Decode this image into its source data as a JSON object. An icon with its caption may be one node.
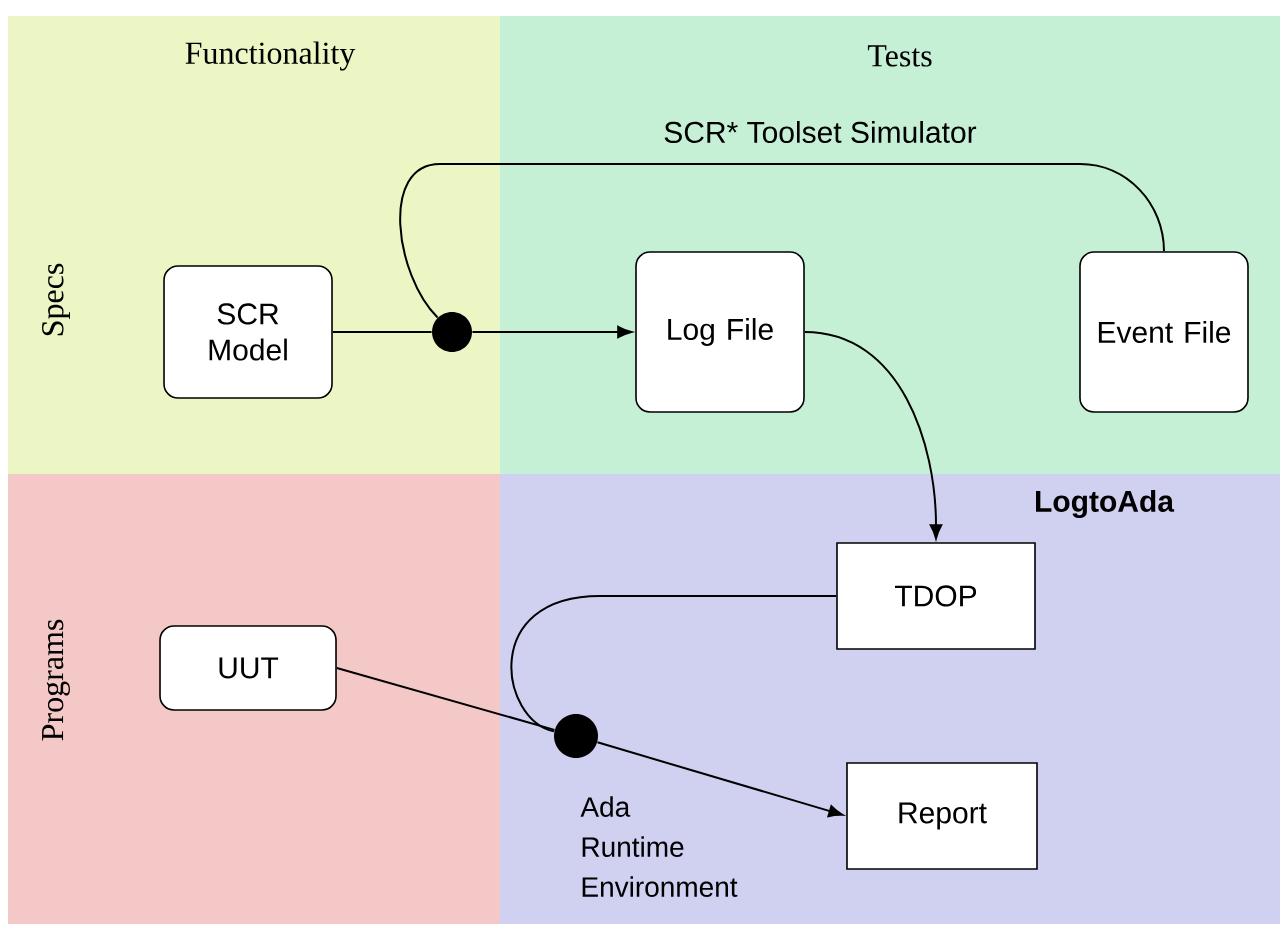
{
  "diagram": {
    "nodes": [
      {
        "text": [
          "SCR Model"
        ]
      },
      {
        "text": [
          "Log File"
        ]
      },
      {
        "text": [
          "Event File"
        ]
      },
      {
        "text": [],
        "shape": "circle"
      },
      {
        "text": [
          "TDOP"
        ]
      },
      {
        "text": [
          "UUT"
        ]
      },
      {
        "text": [],
        "shape": "circle",
        "beside": [
          "Ada Runtime Environment"
        ]
      },
      {
        "text": [
          "Report"
        ]
      }
    ],
    "edges": [
      {
        "from": 0,
        "to": 3,
        "arrow": "none"
      },
      {
        "from": 3,
        "to": 1,
        "arrow": "to"
      },
      {
        "from": 2,
        "to": 3,
        "arrow": "none",
        "label": "SCR* Toolset Simulator"
      },
      {
        "from": 1,
        "to": 4,
        "arrow": "to",
        "label": "LogtoAda"
      },
      {
        "from": 5,
        "to": 6,
        "arrow": "none"
      },
      {
        "from": 4,
        "to": 6,
        "arrow": "none"
      },
      {
        "from": 6,
        "to": 7,
        "arrow": "to"
      }
    ],
    "labels": [
      "Functionality",
      "Tests",
      "Specs",
      "Programs"
    ]
  }
}
